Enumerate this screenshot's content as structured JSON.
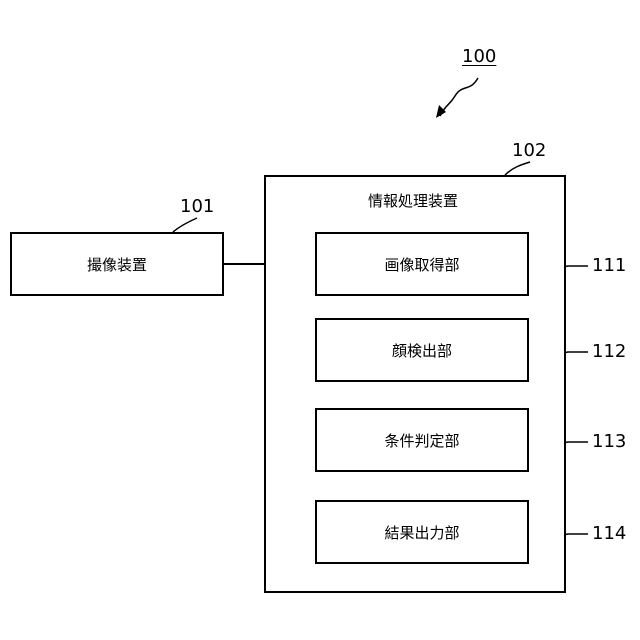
{
  "system": {
    "ref": "100"
  },
  "camera": {
    "ref": "101",
    "label": "撮像装置"
  },
  "info_processor": {
    "ref": "102",
    "title": "情報処理装置",
    "units": [
      {
        "ref": "111",
        "label": "画像取得部"
      },
      {
        "ref": "112",
        "label": "顔検出部"
      },
      {
        "ref": "113",
        "label": "条件判定部"
      },
      {
        "ref": "114",
        "label": "結果出力部"
      }
    ]
  }
}
